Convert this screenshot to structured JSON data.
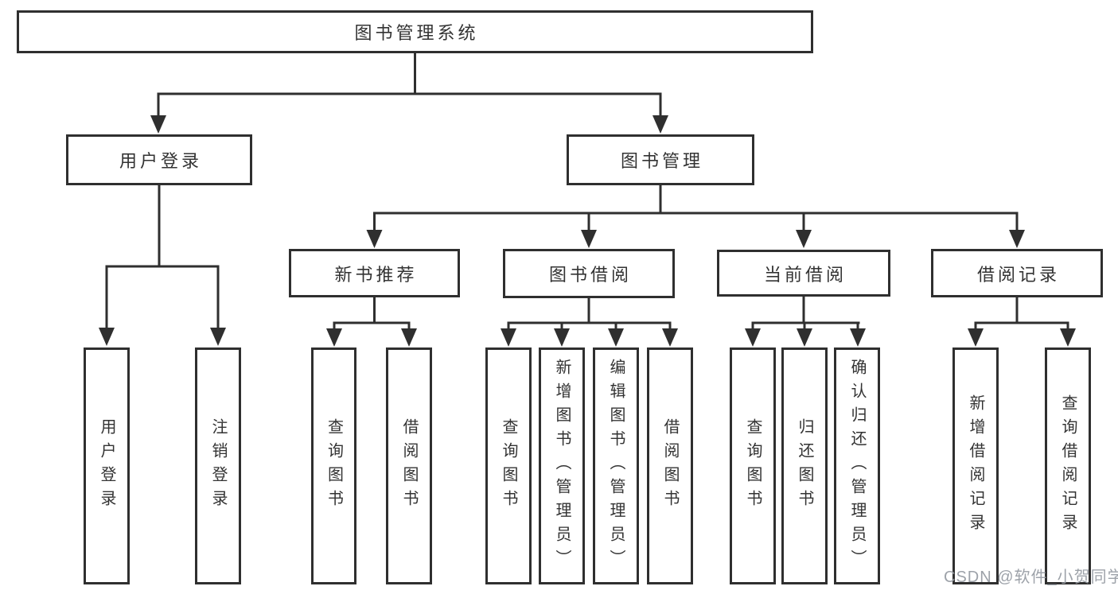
{
  "title": "图书管理系统",
  "watermark": "CSDN @软件_小贺同学",
  "colors": {
    "line": "#2f2f2f",
    "border": "#2f2f2f",
    "text": "#333333",
    "background": "#ffffff",
    "watermark": "#989da4"
  },
  "tree": {
    "label": "图书管理系统",
    "children": [
      {
        "label": "用户登录",
        "children": [
          {
            "label": "用户登录"
          },
          {
            "label": "注销登录"
          }
        ]
      },
      {
        "label": "图书管理",
        "children": [
          {
            "label": "新书推荐",
            "children": [
              {
                "label": "查询图书"
              },
              {
                "label": "借阅图书"
              }
            ]
          },
          {
            "label": "图书借阅",
            "children": [
              {
                "label": "查询图书"
              },
              {
                "label": "新增图书（管理员）"
              },
              {
                "label": "编辑图书（管理员）"
              },
              {
                "label": "借阅图书"
              }
            ]
          },
          {
            "label": "当前借阅",
            "children": [
              {
                "label": "查询图书"
              },
              {
                "label": "归还图书"
              },
              {
                "label": "确认归还（管理员）"
              }
            ]
          },
          {
            "label": "借阅记录",
            "children": [
              {
                "label": "新增借阅记录"
              },
              {
                "label": "查询借阅记录"
              }
            ]
          }
        ]
      }
    ]
  }
}
